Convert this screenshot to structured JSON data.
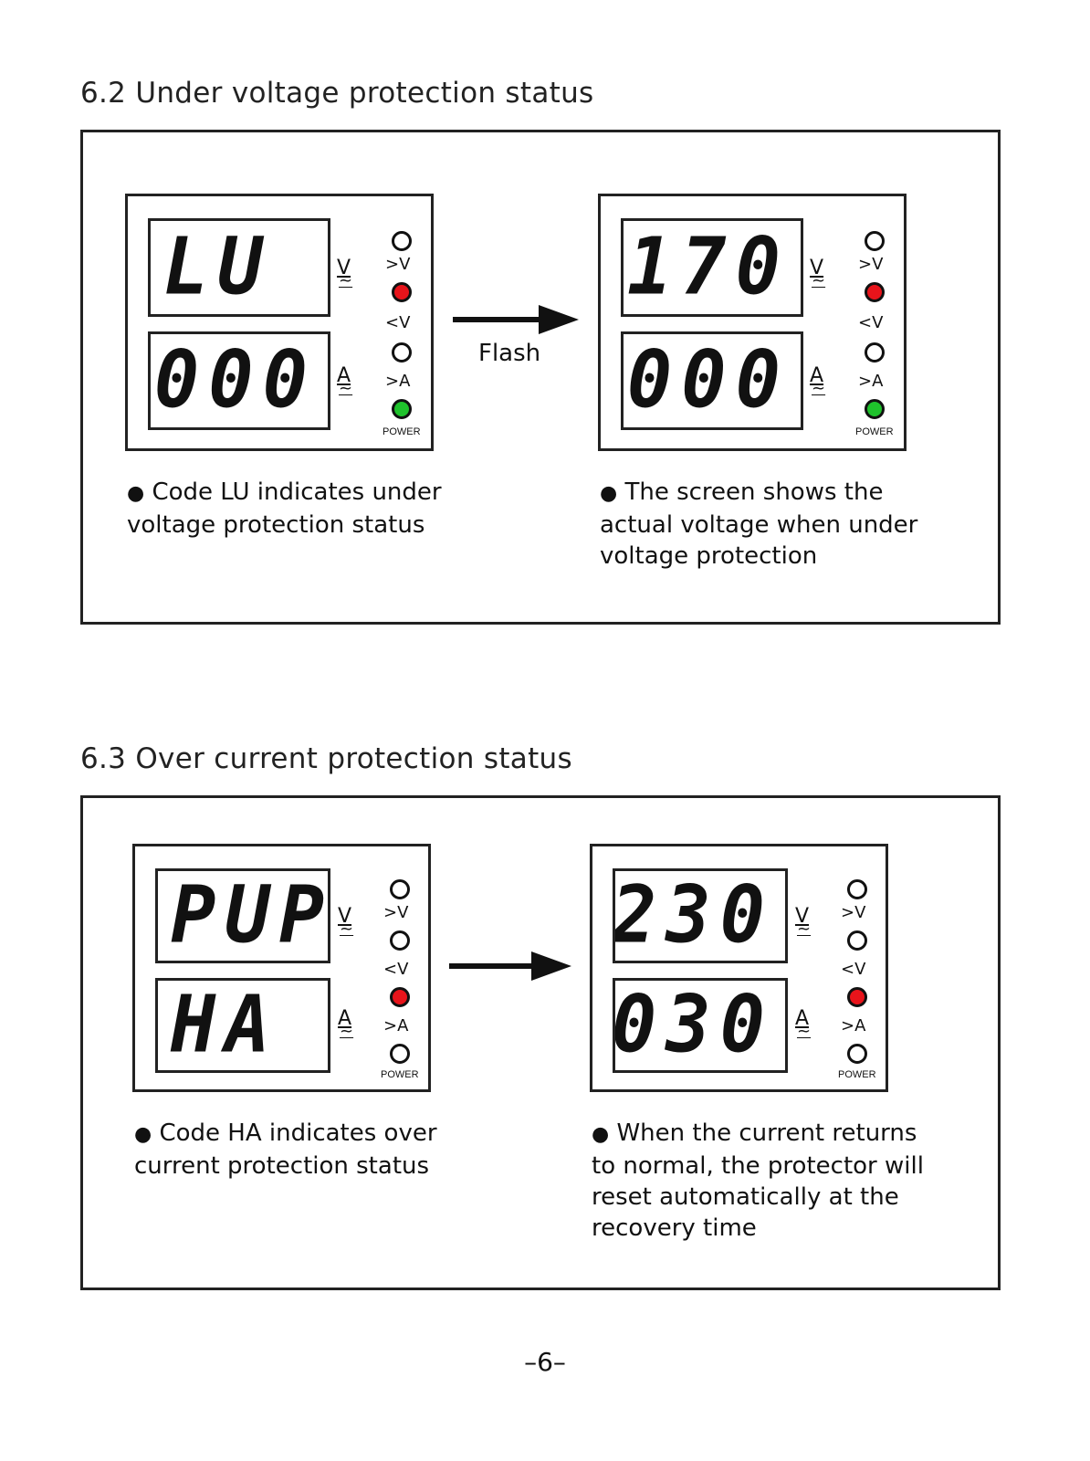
{
  "section_62": {
    "heading": "6.2 Under voltage protection status",
    "left_panel": {
      "voltage_display": "LU",
      "current_display": "000",
      "voltage_unit": "V",
      "current_unit": "A",
      "led_labels": [
        ">V",
        "<V",
        ">A"
      ],
      "power_label": "POWER",
      "note": "Code LU indicates under\nvoltage protection status"
    },
    "arrow_label": "Flash",
    "right_panel": {
      "voltage_display": "170",
      "current_display": "000",
      "voltage_unit": "V",
      "current_unit": "A",
      "led_labels": [
        ">V",
        "<V",
        ">A"
      ],
      "power_label": "POWER",
      "note": "The screen shows the\nactual voltage when under\nvoltage protection"
    }
  },
  "section_63": {
    "heading": "6.3 Over current protection status",
    "left_panel": {
      "voltage_display": "PUP",
      "current_display": "HA",
      "voltage_unit": "V",
      "current_unit": "A",
      "led_labels": [
        ">V",
        "<V",
        ">A"
      ],
      "power_label": "POWER",
      "note": "Code HA indicates over\ncurrent protection status"
    },
    "right_panel": {
      "voltage_display": "230",
      "current_display": "030",
      "voltage_unit": "V",
      "current_unit": "A",
      "led_labels": [
        ">V",
        "<V",
        ">A"
      ],
      "power_label": "POWER",
      "note": "When the current returns\nto normal, the protector will\nreset automatically at the\nrecovery time"
    }
  },
  "bullet_glyph": "●",
  "tilde_glyph": "~",
  "page_number": "–6–",
  "colors": {
    "led_red": "#e8141b",
    "led_green": "#1fc22c",
    "ink": "#111111"
  }
}
